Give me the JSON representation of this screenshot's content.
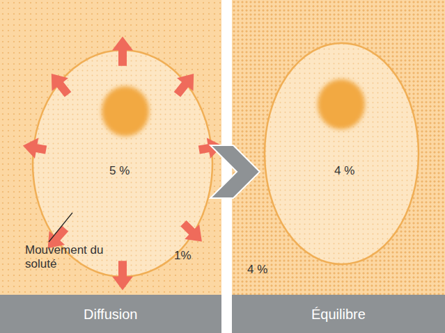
{
  "diagram": {
    "nodes": [
      {
        "text": [
          "1%"
        ]
      },
      {
        "text": [
          "5 %"
        ],
        "in": 0
      },
      {
        "text": [
          "Diffusion"
        ]
      },
      {
        "text": [
          "4 %"
        ]
      },
      {
        "text": [
          "4 %"
        ],
        "in": 3
      },
      {
        "text": [
          "Équilibre"
        ]
      }
    ],
    "edges": [
      {
        "from": 0,
        "to": 3,
        "arrow": "to"
      }
    ],
    "labels": [
      "Mouvement du soluté"
    ]
  }
}
